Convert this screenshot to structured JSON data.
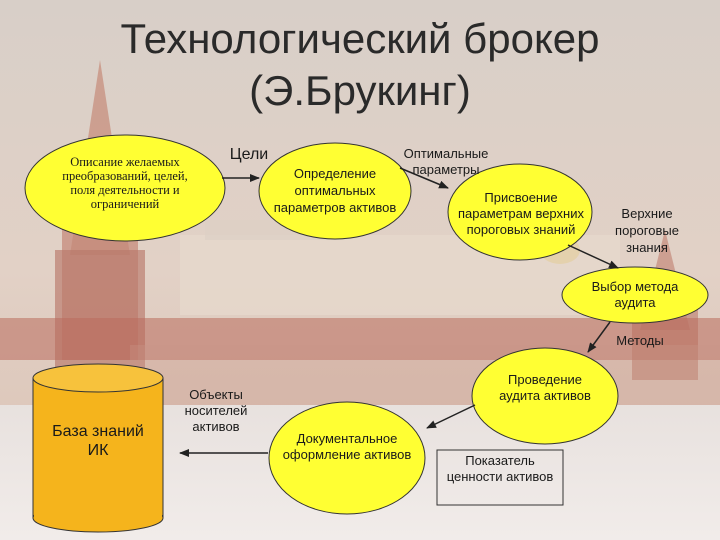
{
  "title": {
    "line1": "Технологический брокер",
    "line2": "(Э.Брукинг)"
  },
  "nodes": {
    "description": "Описание желаемых преобразований, целей, поля деятельности и ограничений",
    "goals": "Цели",
    "optimal_params_label": "Оптимальные параметры",
    "definition": "Определение оптимальных параметров активов",
    "assignment": "Присвоение параметрам верхних пороговых знаний",
    "upper_thresholds": "Верхние пороговые знания",
    "method_choice": "Выбор метода аудита",
    "methods": "Методы",
    "audit": "Проведение аудита активов",
    "value_indicator": "Показатель ценности активов",
    "documentation": "Документальное оформление активов",
    "carrier_objects": "Объекты носителей активов",
    "knowledge_base": "База знаний ИК"
  },
  "colors": {
    "ellipse_fill": "#ffff33",
    "cylinder_fill": "#f5b41c",
    "sky": "#d9c4b8",
    "wall": "#b86a5a"
  }
}
